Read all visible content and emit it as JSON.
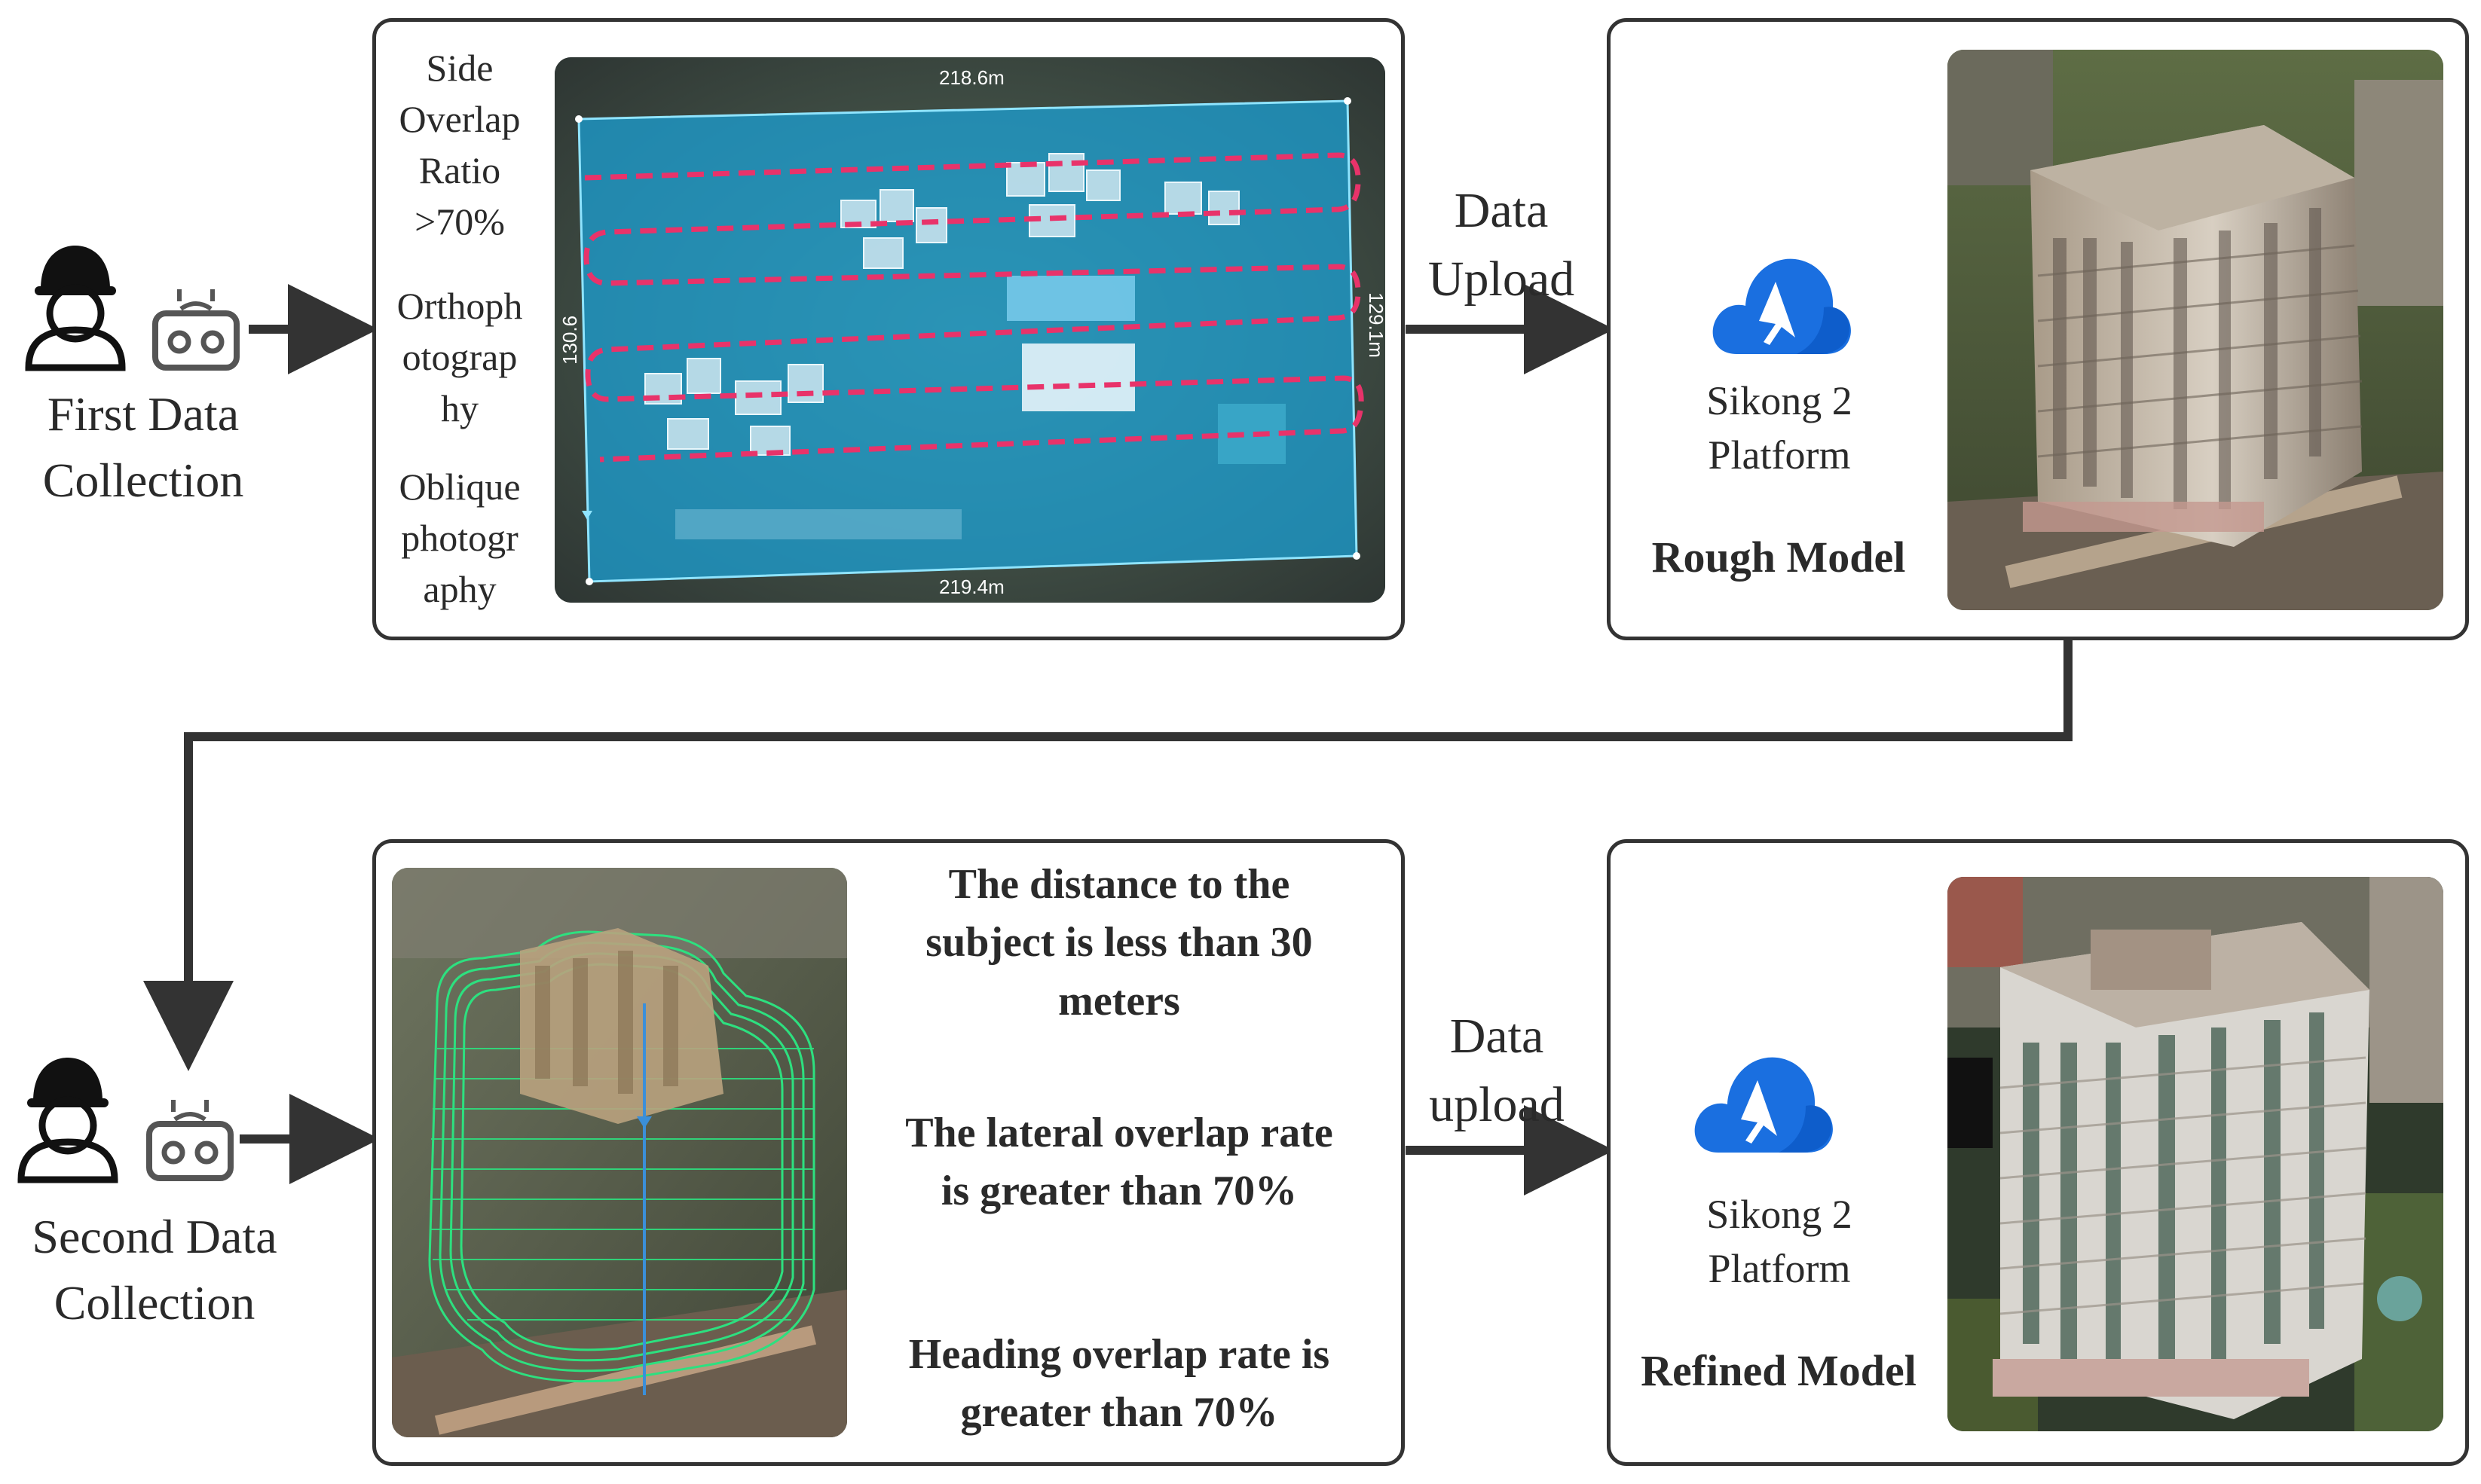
{
  "first_collection": {
    "label": "First Data\nCollection",
    "params": [
      "Side\nOverlap\nRatio\n>70%",
      "Orthoph\notograp\nhy",
      "Oblique\nphotogr\naphy"
    ],
    "map_dims": {
      "top": "218.6m",
      "bottom": "219.4m",
      "left": "130.6",
      "right": "129.1m"
    }
  },
  "upload_1": "Data\nUpload",
  "platform_1": {
    "name": "Sikong 2\nPlatform",
    "model": "Rough Model"
  },
  "second_collection": {
    "label": "Second Data\nCollection",
    "params": [
      "The distance to the\nsubject is less than 30\nmeters",
      "The lateral overlap rate\nis greater than 70%",
      "Heading overlap rate is\ngreater than 70%"
    ]
  },
  "upload_2": "Data\nupload",
  "platform_2": {
    "name": "Sikong 2\nPlatform",
    "model": "Refined Model"
  },
  "colors": {
    "line": "#333333",
    "cloud": "#1a6fe0",
    "flight_path": "#e8336a",
    "survey_area": "#1aa3d9",
    "wireframe": "#2de07f"
  },
  "icons": [
    "worker-icon",
    "drone-controller-icon",
    "cloud-platform-icon"
  ]
}
